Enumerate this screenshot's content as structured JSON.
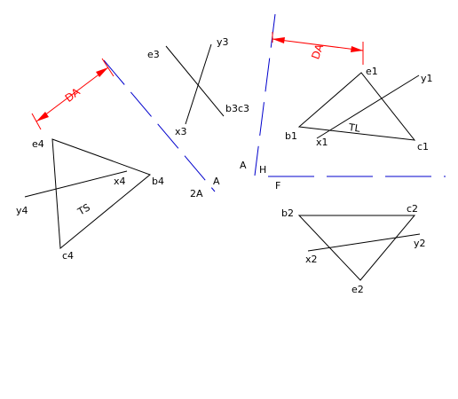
{
  "colors": {
    "line": "#000000",
    "fold": "#0000cc",
    "dimension": "#ff0000",
    "background": "#ffffff"
  },
  "labels": {
    "e4": "e4",
    "b4": "b4",
    "c4": "c4",
    "x4": "x4",
    "y4": "y4",
    "ts": "TS",
    "e3": "e3",
    "y3": "y3",
    "b3c3": "b3c3",
    "x3": "x3",
    "a_left": "A",
    "two_a": "2A",
    "a_right": "A",
    "h": "H",
    "f": "F",
    "e1": "e1",
    "y1": "y1",
    "b1": "b1",
    "x1": "x1",
    "c1": "c1",
    "tl": "TL",
    "b2": "b2",
    "c2": "c2",
    "x2": "x2",
    "y2": "y2",
    "e2": "e2",
    "da_left": "DA",
    "da_right": "DA"
  }
}
